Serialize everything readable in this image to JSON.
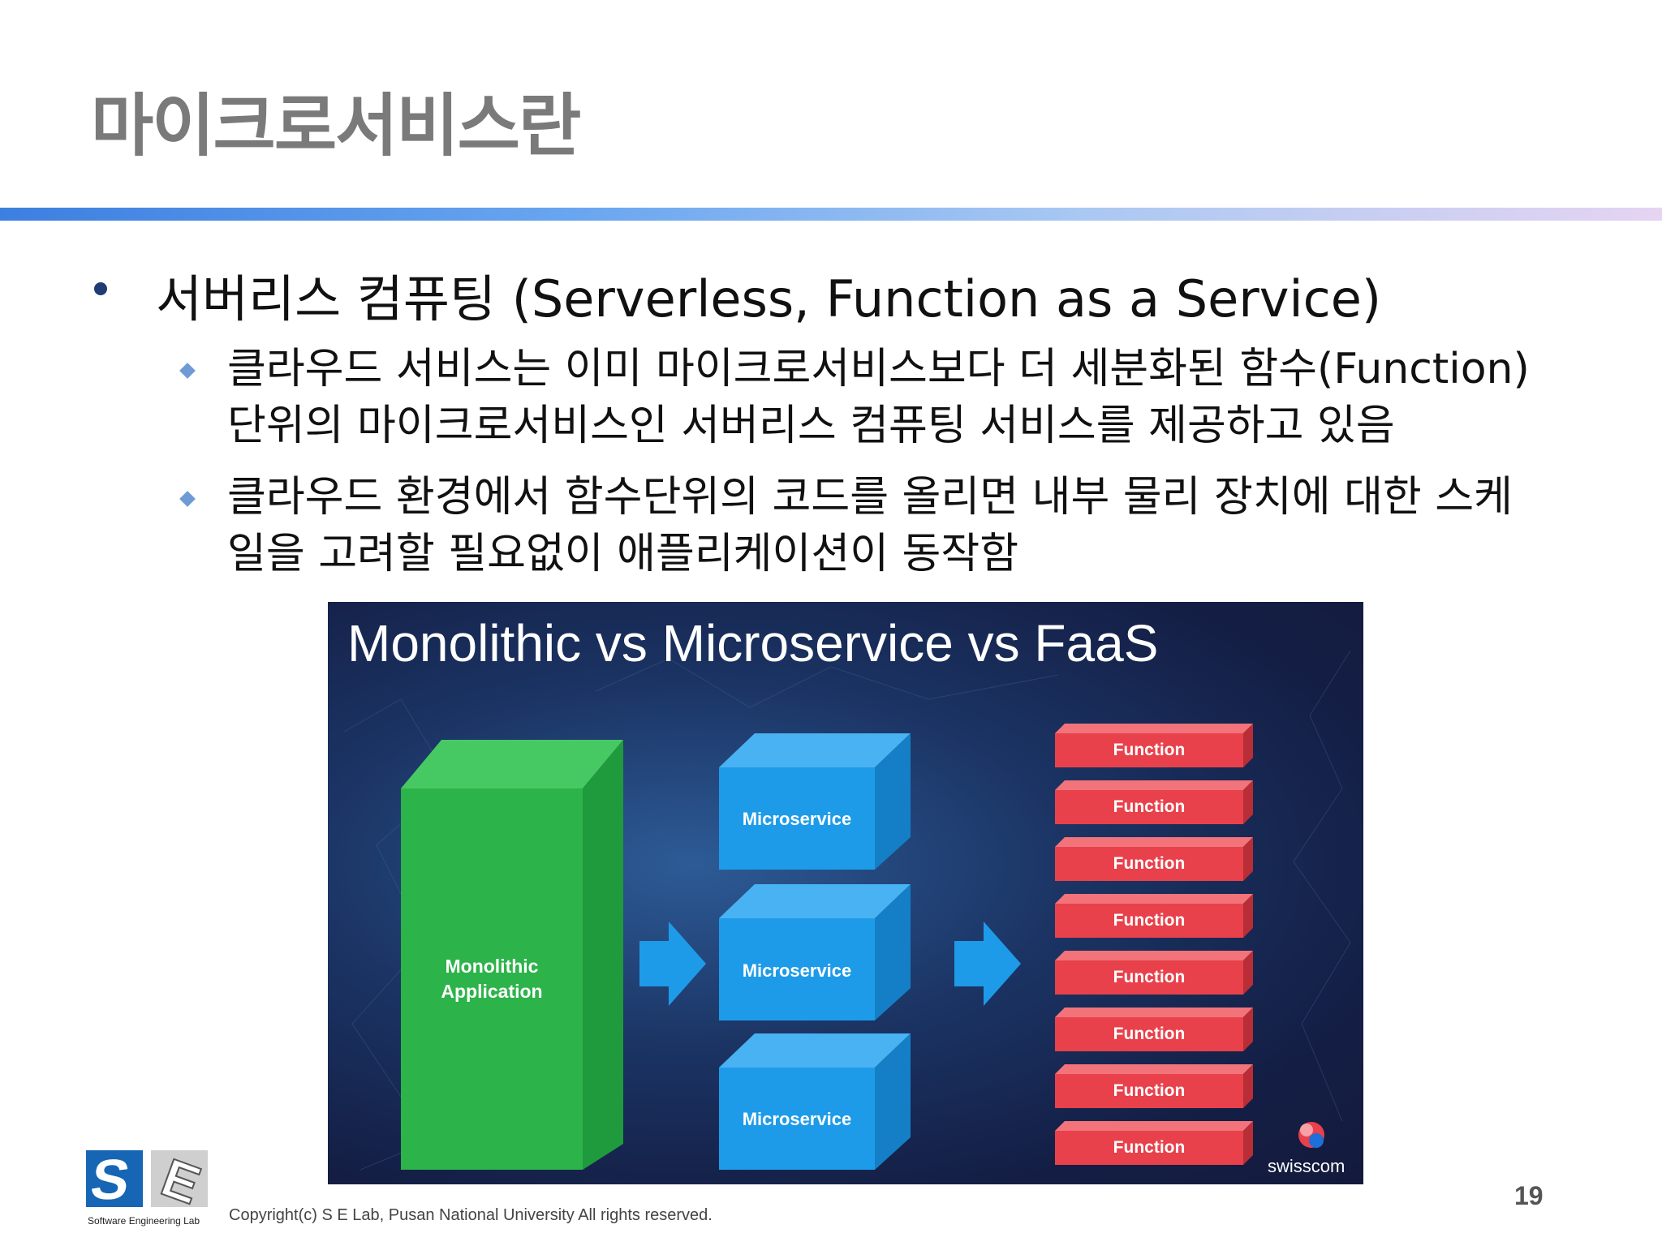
{
  "slide": {
    "title": "마이크로서비스란",
    "page_number": "19",
    "copyright": "Copyright(c) S E Lab, Pusan National University All rights reserved.",
    "logo_caption": "Software Engineering Lab"
  },
  "bullets": {
    "main": "서버리스 컴퓨팅 (Serverless, Function as a Service)",
    "sub": [
      {
        "line1": "클라우드 서비스는 이미 마이크로서비스보다 더 세분화된 함수(Function)",
        "line2": "단위의 마이크로서비스인 서버리스 컴퓨팅 서비스를 제공하고 있음"
      },
      {
        "line1": "클라우드 환경에서 함수단위의 코드를 올리면 내부 물리 장치에 대한 스케",
        "line2": "일을 고려할 필요없이 애플리케이션이 동작함"
      }
    ]
  },
  "diagram": {
    "title": "Monolithic vs Microservice vs FaaS",
    "monolith_line1": "Monolithic",
    "monolith_line2": "Application",
    "microservices": [
      "Microservice",
      "Microservice",
      "Microservice"
    ],
    "functions": [
      "Function",
      "Function",
      "Function",
      "Function",
      "Function",
      "Function",
      "Function",
      "Function"
    ],
    "brand": "swisscom",
    "colors": {
      "monolith": "#2cb34a",
      "microservice": "#1e9be8",
      "function": "#e8414b",
      "arrow": "#1e9be8"
    }
  }
}
